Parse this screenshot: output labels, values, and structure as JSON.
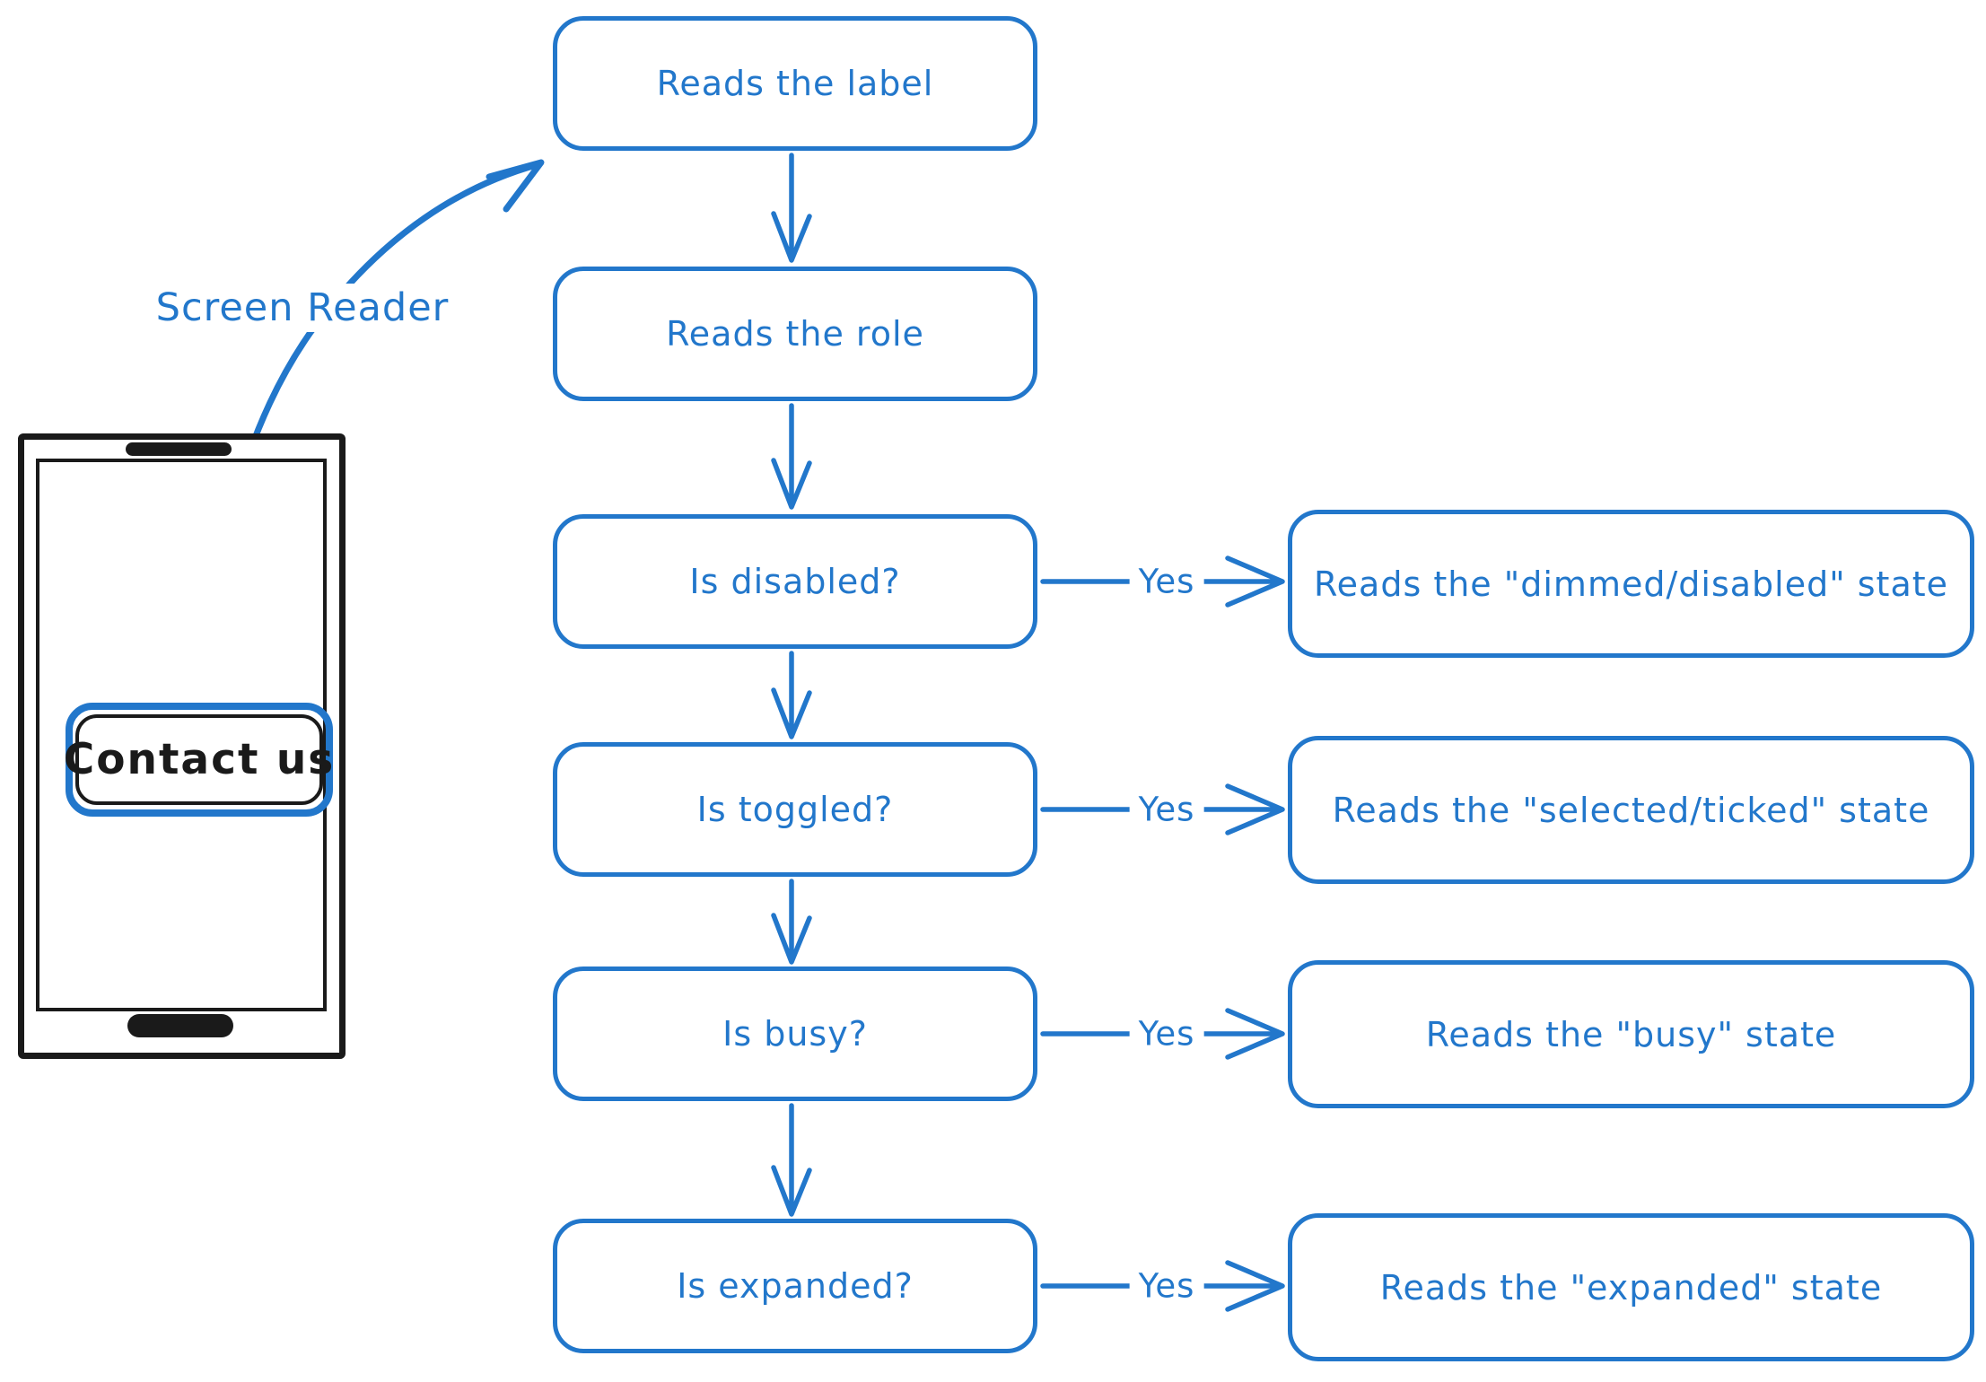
{
  "colors": {
    "accent": "#2277cb",
    "ink": "#1a1a1a",
    "background": "#ffffff"
  },
  "phone": {
    "button_label": "Contact us"
  },
  "arrow_annotation": {
    "label": "Screen Reader"
  },
  "flow": {
    "steps": [
      {
        "label": "Reads the label"
      },
      {
        "label": "Reads the role"
      },
      {
        "label": "Is disabled?",
        "yes_label": "Yes",
        "result": "Reads the \"dimmed/disabled\" state"
      },
      {
        "label": "Is toggled?",
        "yes_label": "Yes",
        "result": "Reads the \"selected/ticked\" state"
      },
      {
        "label": "Is busy?",
        "yes_label": "Yes",
        "result": "Reads the \"busy\" state"
      },
      {
        "label": "Is expanded?",
        "yes_label": "Yes",
        "result": "Reads the \"expanded\" state"
      }
    ]
  }
}
